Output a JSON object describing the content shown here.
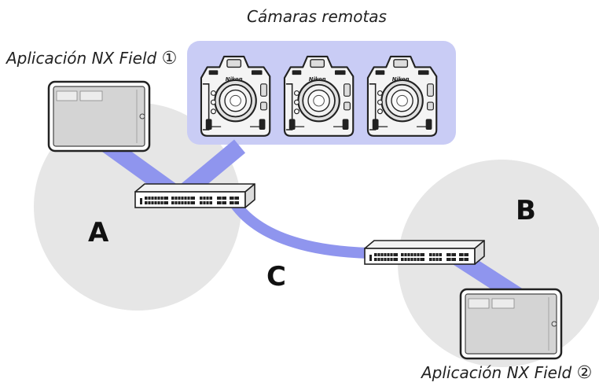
{
  "labels": {
    "remote_cameras": "Cámaras remotas",
    "app_1_text": "Aplicación NX Field",
    "app_1_num": "①",
    "app_2_text": "Aplicación NX Field",
    "app_2_num": "②",
    "zone_a": "A",
    "zone_b": "B",
    "zone_c": "C"
  },
  "camera_brand": "Nikon",
  "colors": {
    "zone_circle": "#e6e6e6",
    "camera_panel": "#c9ccf5",
    "link": "#8f95ee",
    "device_fill": "#d6d6d6",
    "device_stroke": "#222222"
  },
  "icons": {
    "tablet": "tablet-icon",
    "camera": "camera-icon",
    "switch": "network-switch-icon"
  }
}
